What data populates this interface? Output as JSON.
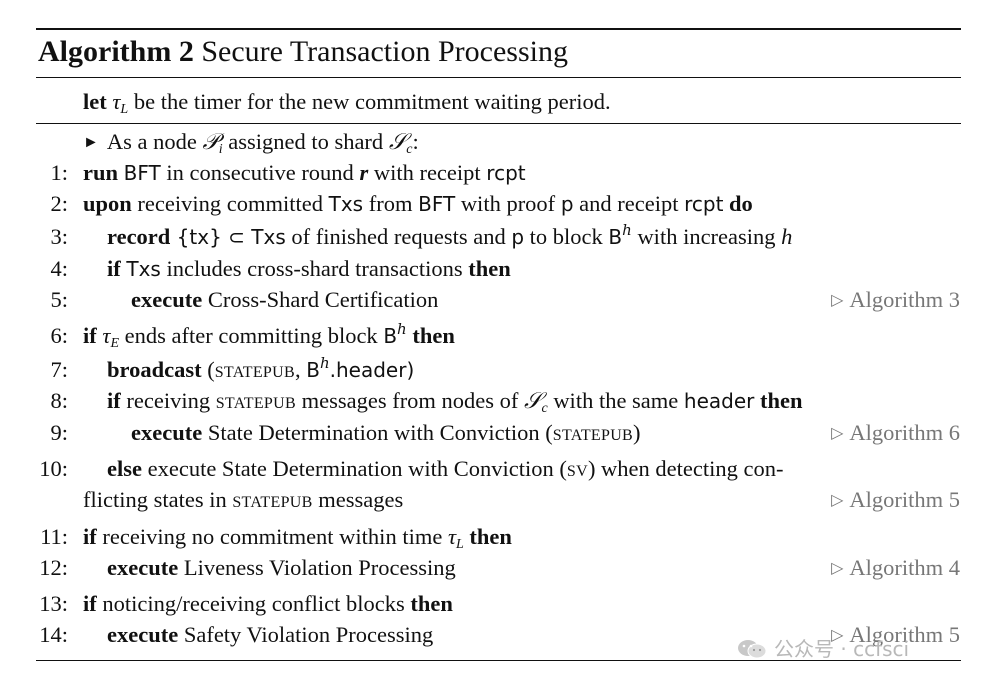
{
  "algorithm": {
    "label": "Algorithm 2",
    "name": "Secure Transaction Processing",
    "preamble": {
      "kw": "let",
      "sym": "τ",
      "sub": "L",
      "rest": " be the timer for the new commitment waiting period."
    },
    "role": {
      "a": "As a node ",
      "p": "𝒫",
      "psub": "i",
      "b": " assigned to shard ",
      "s": "𝒮",
      "ssub": "c",
      "c": ":"
    },
    "lines": [
      {
        "n": "1:",
        "kw": "run",
        "s1": " ",
        "bft": "BFT",
        "s2": " in consecutive round ",
        "r": "r",
        "s3": " with receipt ",
        "rcpt": "rcpt"
      },
      {
        "n": "2:",
        "kw": "upon",
        "s1": " receiving committed ",
        "txs": "Txs",
        "s2": " from ",
        "bft": "BFT",
        "s3": " with proof ",
        "p": "p",
        "s4": " and receipt ",
        "rcpt": "rcpt",
        "kw2": "do"
      },
      {
        "n": "3:",
        "kw": "record",
        "set": " {tx} ⊂ Txs",
        "s1": " of finished requests and ",
        "p": "p",
        "s2": " to block ",
        "b": "B",
        "h": "h",
        "s3": " with increasing ",
        "hv": "h"
      },
      {
        "n": "4:",
        "kw": "if",
        "txs": "Txs",
        "s1": " includes cross-shard transactions ",
        "kw2": "then"
      },
      {
        "n": "5:",
        "kw": "execute",
        "s1": " Cross-Shard Certification",
        "cmt": "Algorithm 3"
      },
      {
        "n": "6:",
        "kw": "if",
        "sym": "τ",
        "sub": "E",
        "s1": " ends after committing block ",
        "b": "B",
        "h": "h",
        "kw2": "then"
      },
      {
        "n": "7:",
        "kw": "broadcast",
        "s1": " (",
        "sc": "statepub",
        "s2": ", ",
        "b": "B",
        "h": "h",
        "s3": ".header)"
      },
      {
        "n": "8:",
        "kw": "if",
        "s1": " receiving ",
        "sc": "statepub",
        "s2": " messages from nodes of ",
        "s": "𝒮",
        "ssub": "c",
        "s3": " with the same ",
        "hdr": "header",
        "kw2": "then"
      },
      {
        "n": "9:",
        "kw": "execute",
        "s1": " State Determination with Conviction (",
        "sc": "statepub",
        "s2": ")",
        "cmt": "Algorithm 6"
      },
      {
        "n": "10:",
        "kw": "else",
        "s1": " execute State Determination with Conviction (",
        "sc": "sv",
        "s2": ") when detecting con-",
        "cont1": "flicting states in ",
        "cont_sc": "statepub",
        "cont2": " messages",
        "cmt": "Algorithm 5"
      },
      {
        "n": "11:",
        "kw": "if",
        "s1": " receiving no commitment within time ",
        "sym": "τ",
        "sub": "L",
        "kw2": "then"
      },
      {
        "n": "12:",
        "kw": "execute",
        "s1": " Liveness Violation Processing",
        "cmt": "Algorithm 4"
      },
      {
        "n": "13:",
        "kw": "if",
        "s1": " noticing/receiving conflict blocks ",
        "kw2": "then"
      },
      {
        "n": "14:",
        "kw": "execute",
        "s1": " Safety Violation Processing",
        "cmt": "Algorithm 5"
      }
    ]
  },
  "comment_marker": "▷",
  "role_marker": "►",
  "watermark": "公众号 · ccfsci"
}
